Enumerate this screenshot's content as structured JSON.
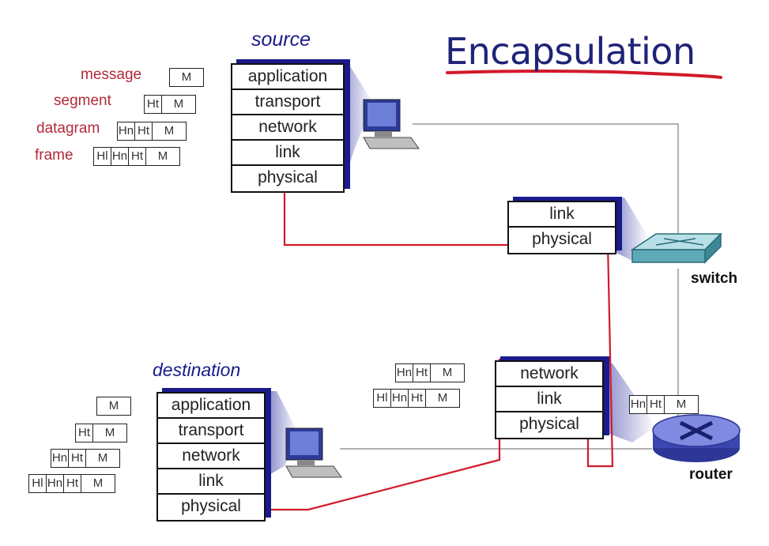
{
  "title": "Encapsulation",
  "source": {
    "label": "source",
    "layers": [
      "application",
      "transport",
      "network",
      "link",
      "physical"
    ]
  },
  "destination": {
    "label": "destination",
    "layers": [
      "application",
      "transport",
      "network",
      "link",
      "physical"
    ]
  },
  "switch": {
    "label": "switch",
    "layers": [
      "link",
      "physical"
    ]
  },
  "router": {
    "label": "router",
    "layers": [
      "network",
      "link",
      "physical"
    ]
  },
  "unit_labels": [
    "message",
    "segment",
    "datagram",
    "frame"
  ],
  "packets": {
    "source": [
      [
        "M"
      ],
      [
        "Ht",
        "M"
      ],
      [
        "Hn",
        "Ht",
        "M"
      ],
      [
        "Hl",
        "Hn",
        "Ht",
        "M"
      ]
    ],
    "destination": [
      [
        "M"
      ],
      [
        "Ht",
        "M"
      ],
      [
        "Hn",
        "Ht",
        "M"
      ],
      [
        "Hl",
        "Hn",
        "Ht",
        "M"
      ]
    ],
    "router_in": [
      [
        "Hn",
        "Ht",
        "M"
      ],
      [
        "Hl",
        "Hn",
        "Ht",
        "M"
      ]
    ],
    "router_right": [
      [
        "Hn",
        "Ht",
        "M"
      ]
    ]
  },
  "colors": {
    "path": "#d11a2a",
    "device_shadow": "#1a1a8c",
    "title": "#1f2378",
    "labels": "#b02a3a"
  },
  "icons": [
    "computer-icon",
    "switch-icon",
    "router-icon"
  ]
}
